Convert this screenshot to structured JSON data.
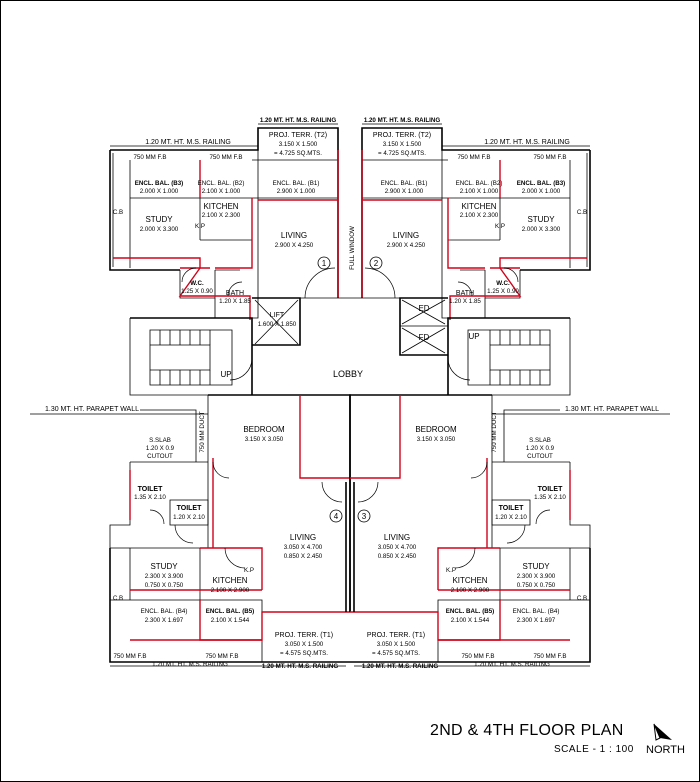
{
  "title": "2ND & 4TH FLOOR PLAN",
  "scale": "SCALE - 1 : 100",
  "north": "NORTH",
  "railing": "1.20 MT. HT. M.S. RAILING",
  "parapet": "1.30 MT. HT. PARAPET WALL",
  "fb": "750 MM F.B",
  "fb_short": "750 MM F.B",
  "full_window": "FULL WINDOW",
  "lobby": "LOBBY",
  "lift": {
    "name": "LIFT",
    "dim": "1.600 X 1.850"
  },
  "ed": "ED",
  "fd": "FD",
  "up": "UP",
  "door_1": "1",
  "door_2": "2",
  "door_3": "3",
  "door_4": "4",
  "cb": "C.B",
  "kp": "K.P",
  "ms_duct": "750 MM DUCT",
  "top": {
    "proj_terr_t2": {
      "name": "PROJ. TERR. (T2)",
      "dim": "3.150 X 1.500",
      "area": "= 4.725 SQ.MTS."
    },
    "encl_bal_b1": {
      "name": "ENCL. BAL. (B1)",
      "dim": "2.900 X 1.000"
    },
    "encl_bal_b2": {
      "name": "ENCL. BAL. (B2)",
      "dim": "2.100 X 1.000"
    },
    "encl_bal_b3": {
      "name": "ENCL. BAL. (B3)",
      "dim": "2.000 X 1.000"
    },
    "kitchen": {
      "name": "KITCHEN",
      "dim": "2.100 X 2.300"
    },
    "study": {
      "name": "STUDY",
      "dim": "2.000 X 3.300"
    },
    "living": {
      "name": "LIVING",
      "dim": "2.900 X 4.250"
    },
    "wc": {
      "name": "W.C.",
      "dim": "1.25 X 0.90"
    },
    "bath": {
      "name": "BATH",
      "dim": "1.20 X 1.85"
    }
  },
  "bottom": {
    "bedroom": {
      "name": "BEDROOM",
      "dim": "3.150 X 3.050"
    },
    "toilet_a": {
      "name": "TOILET",
      "dim": "1.35 X 2.10"
    },
    "toilet_b": {
      "name": "TOILET",
      "dim": "1.20 X 2.10"
    },
    "sslab": {
      "name": "S.SLAB",
      "dim": "1.20 X 0.9",
      "cutout": "CUTOUT"
    },
    "living": {
      "name": "LIVING",
      "dim1": "3.050 X 4.700",
      "dim2": "0.850 X 2.450"
    },
    "study": {
      "name": "STUDY",
      "dim1": "2.300 X 3.900",
      "dim2": "0.750 X 0.750"
    },
    "kitchen": {
      "name": "KITCHEN",
      "dim": "2.100 X 2.900"
    },
    "encl_bal_b4": {
      "name": "ENCL. BAL. (B4)",
      "dim": "2.300 X 1.697"
    },
    "encl_bal_b5": {
      "name": "ENCL. BAL. (B5)",
      "dim": "2.100 X 1.544"
    },
    "proj_terr_t1": {
      "name": "PROJ. TERR. (T1)",
      "dim": "3.050 X 1.500",
      "area": "= 4.575 SQ.MTS."
    }
  }
}
